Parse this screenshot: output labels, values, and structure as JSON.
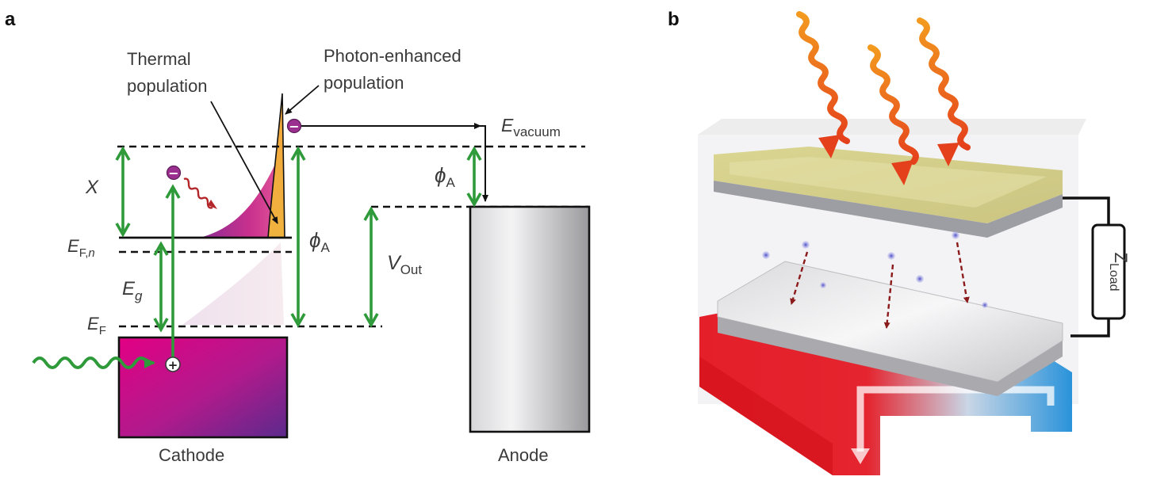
{
  "panels": {
    "a": {
      "label": "a",
      "annotations": {
        "thermal_line1": "Thermal",
        "thermal_line2": "population",
        "photon_line1": "Photon-enhanced",
        "photon_line2": "population"
      },
      "levels": {
        "evacuum_main": "E",
        "evacuum_sub": "vacuum",
        "chi": "X",
        "efn_main": "E",
        "efn_sub": "F,",
        "efn_sub_it": "n",
        "eg_main": "E",
        "eg_sub": "g",
        "ef_main": "E",
        "ef_sub": "F",
        "phiA_main": "ϕ",
        "phiA_sub": "A",
        "vout_main": "V",
        "vout_sub": "Out"
      },
      "electrodes": {
        "cathode": "Cathode",
        "anode": "Anode"
      },
      "charges": {
        "electron": "−",
        "hole": "+"
      }
    },
    "b": {
      "label": "b",
      "load_main": "Z",
      "load_sub": "Load"
    }
  },
  "colors": {
    "arrow_green": "#2e9a3a",
    "cathode_magenta": "#d9007f",
    "cathode_purple": "#6a2a8a",
    "electron_purple": "#9b2f8f",
    "hot_red": "#e8232b",
    "cold_blue": "#2a8fd8",
    "top_plate_yellow": "#d8d48a",
    "photon_orange": "#f07a1c"
  }
}
